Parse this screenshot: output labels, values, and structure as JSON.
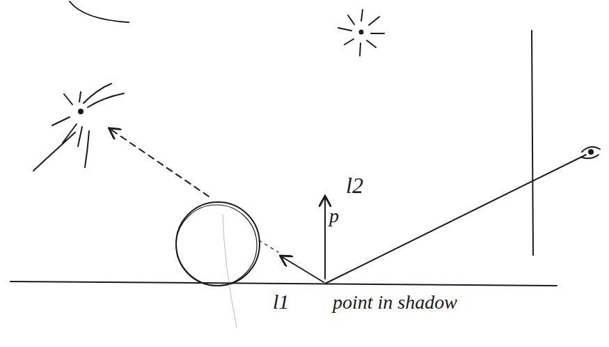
{
  "diagram": {
    "labels": [
      "l2",
      "p",
      "l1",
      "point in shadow"
    ]
  }
}
